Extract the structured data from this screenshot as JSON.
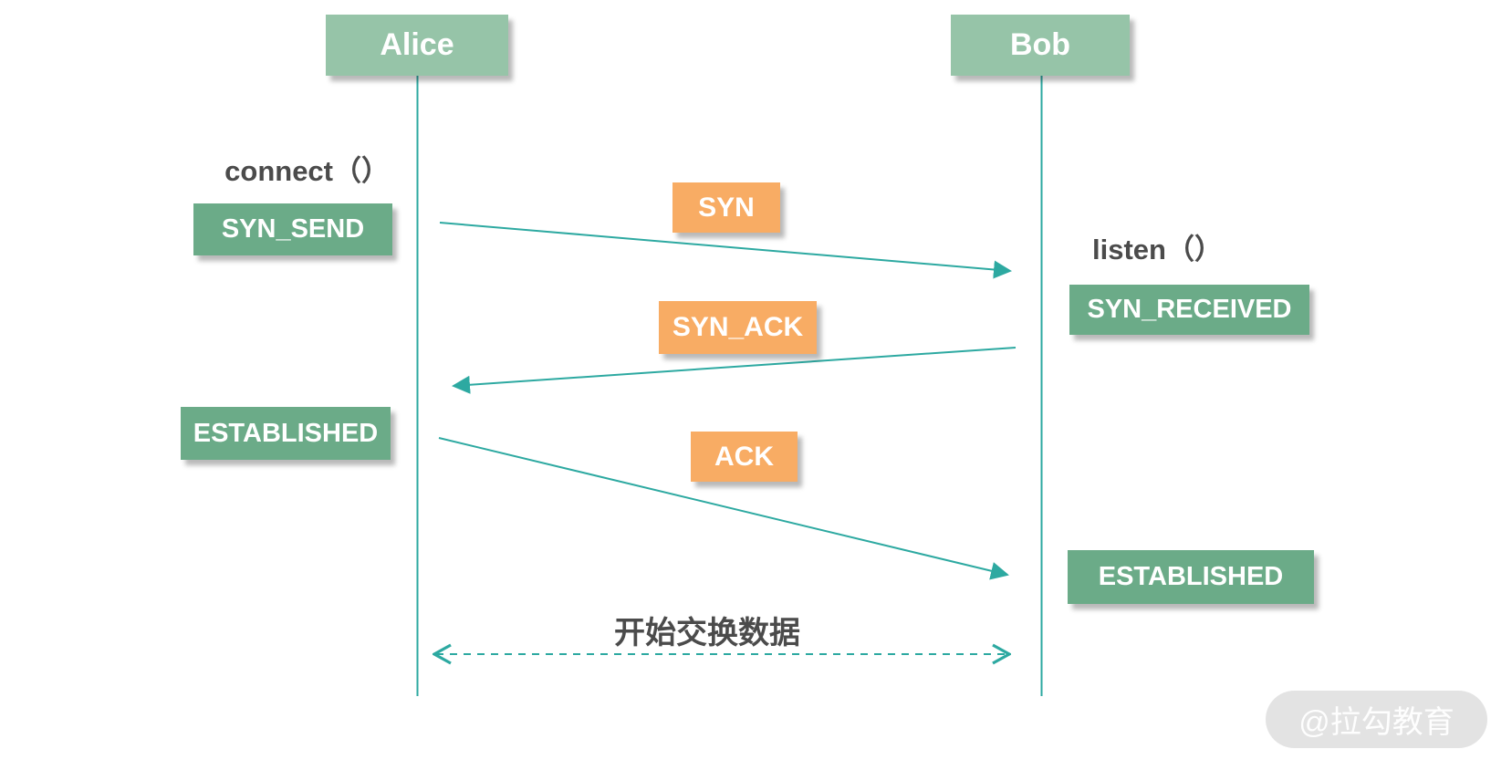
{
  "actors": {
    "left": "Alice",
    "right": "Bob"
  },
  "left_side": {
    "call_label": "connect（）",
    "state_after_call": "SYN_SEND",
    "state_final": "ESTABLISHED"
  },
  "right_side": {
    "call_label": "listen（）",
    "state_after_call": "SYN_RECEIVED",
    "state_final": "ESTABLISHED"
  },
  "messages": {
    "syn": "SYN",
    "syn_ack": "SYN_ACK",
    "ack": "ACK"
  },
  "footer": {
    "exchange_label": "开始交换数据"
  },
  "watermark": {
    "label": "@拉勾教育"
  },
  "colors": {
    "actor_box_green": "#96c4a8",
    "state_box_green": "#6bab88",
    "message_box_orange": "#f8ac64",
    "line_teal": "#2da9a1",
    "text_dark_gray": "#4b4b4b",
    "watermark_pill_gray": "#c1c1c1"
  }
}
